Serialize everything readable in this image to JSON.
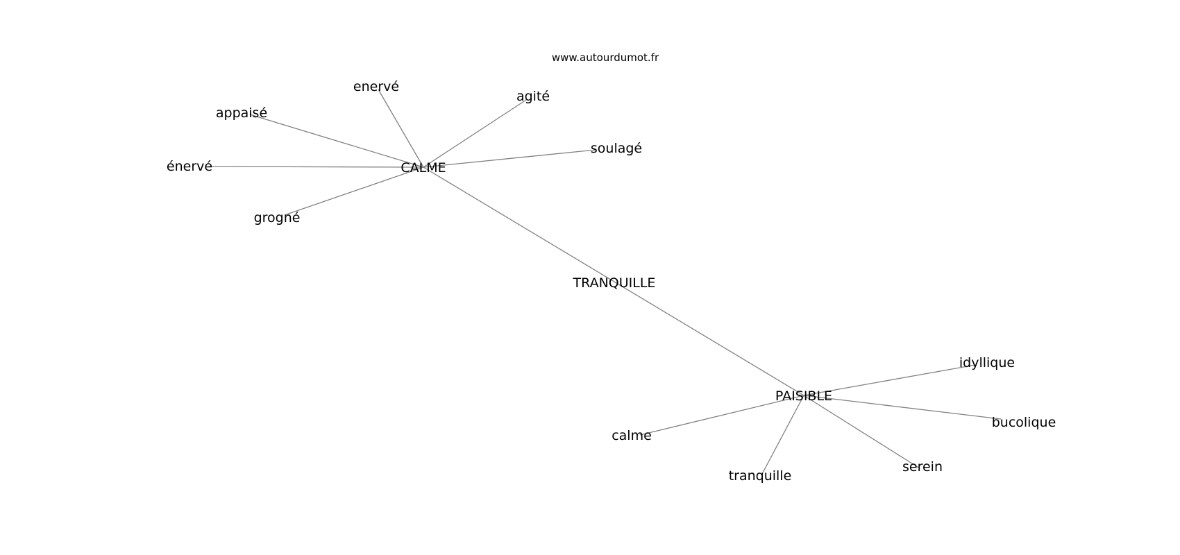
{
  "watermark": "www.autourdumot.fr",
  "graph": {
    "nodes": [
      {
        "id": "tranquille_hub",
        "label": "TRANQUILLE"
      },
      {
        "id": "calme_hub",
        "label": "CALME"
      },
      {
        "id": "paisible_hub",
        "label": "PAISIBLE"
      },
      {
        "id": "enerve1",
        "label": "enervé"
      },
      {
        "id": "agite",
        "label": "agité"
      },
      {
        "id": "appaise",
        "label": "appaisé"
      },
      {
        "id": "soulage",
        "label": "soulagé"
      },
      {
        "id": "enerve2",
        "label": "énervé"
      },
      {
        "id": "grogne",
        "label": "grogné"
      },
      {
        "id": "idyllique",
        "label": "idyllique"
      },
      {
        "id": "bucolique",
        "label": "bucolique"
      },
      {
        "id": "calme_leaf",
        "label": "calme"
      },
      {
        "id": "serein",
        "label": "serein"
      },
      {
        "id": "tranquille_leaf",
        "label": "tranquille"
      }
    ],
    "edges": [
      [
        "calme_hub",
        "paisible_hub"
      ],
      [
        "calme_hub",
        "enerve1"
      ],
      [
        "calme_hub",
        "agite"
      ],
      [
        "calme_hub",
        "appaise"
      ],
      [
        "calme_hub",
        "soulage"
      ],
      [
        "calme_hub",
        "enerve2"
      ],
      [
        "calme_hub",
        "grogne"
      ],
      [
        "paisible_hub",
        "idyllique"
      ],
      [
        "paisible_hub",
        "bucolique"
      ],
      [
        "paisible_hub",
        "calme_leaf"
      ],
      [
        "paisible_hub",
        "serein"
      ],
      [
        "paisible_hub",
        "tranquille_leaf"
      ]
    ]
  }
}
